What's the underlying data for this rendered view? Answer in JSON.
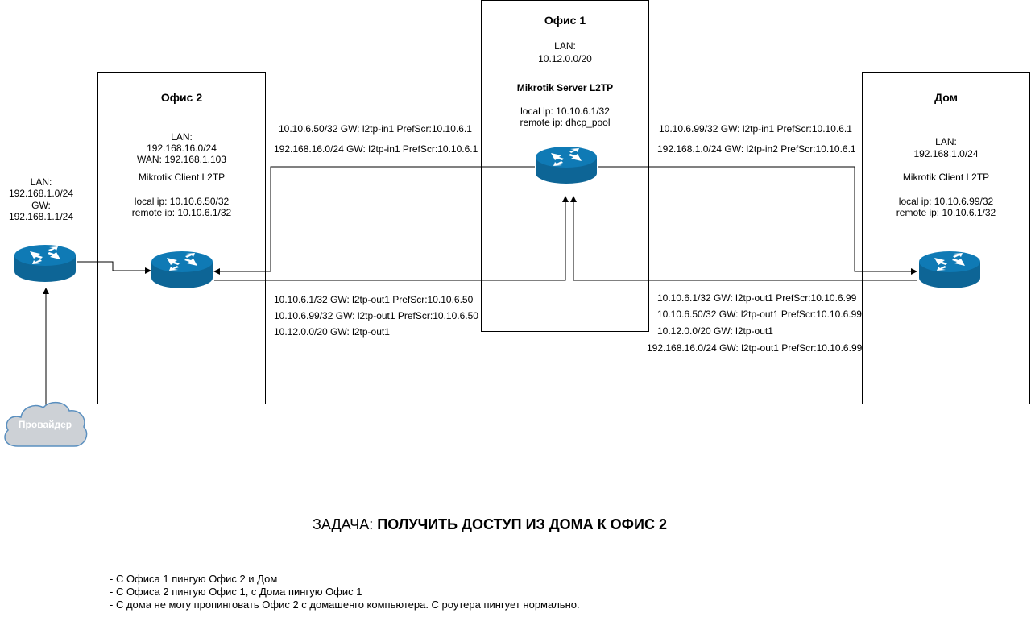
{
  "office1": {
    "title": "Офис 1",
    "lan_label": "LAN:",
    "lan": "10.12.0.0/20",
    "device": "Mikrotik Server L2TP",
    "local_ip": "local ip: 10.10.6.1/32",
    "remote_ip": "remote ip: dhcp_pool"
  },
  "office2": {
    "title": "Офис 2",
    "lan_label": "LAN:",
    "lan": "192.168.16.0/24",
    "wan": "WAN: 192.168.1.103",
    "device": "Mikrotik Client L2TP",
    "local_ip": "local ip: 10.10.6.50/32",
    "remote_ip": "remote ip: 10.10.6.1/32"
  },
  "home": {
    "title": "Дом",
    "lan_label": "LAN:",
    "lan": "192.168.1.0/24",
    "device": "Mikrotik Client L2TP",
    "local_ip": "local ip: 10.10.6.99/32",
    "remote_ip": "remote ip: 10.10.6.1/32"
  },
  "edge": {
    "lan_label": "LAN:",
    "lan": "192.168.1.0/24",
    "gw_label": "GW:",
    "gw": "192.168.1.1/24"
  },
  "provider": {
    "label": "Провайдер"
  },
  "routes": {
    "office1_to_office2": [
      "10.10.6.50/32 GW: l2tp-in1 PrefScr:10.10.6.1",
      "192.168.16.0/24 GW: l2tp-in1 PrefScr:10.10.6.1"
    ],
    "office1_to_home": [
      "10.10.6.99/32 GW: l2tp-in1 PrefScr:10.10.6.1",
      "192.168.1.0/24 GW: l2tp-in2 PrefScr:10.10.6.1"
    ],
    "office2_to_office1": [
      "10.10.6.1/32 GW: l2tp-out1 PrefScr:10.10.6.50",
      "10.10.6.99/32 GW: l2tp-out1 PrefScr:10.10.6.50",
      "10.12.0.0/20 GW: l2tp-out1"
    ],
    "home_to_office1": [
      "10.10.6.1/32 GW: l2tp-out1 PrefScr:10.10.6.99",
      "10.10.6.50/32 GW: l2tp-out1 PrefScr:10.10.6.99",
      "10.12.0.0/20 GW: l2tp-out1",
      "192.168.16.0/24 GW: l2tp-out1 PrefScr:10.10.6.99"
    ]
  },
  "task": {
    "prefix": "ЗАДАЧА: ",
    "text": "ПОЛУЧИТЬ ДОСТУП ИЗ ДОМА К ОФИС 2"
  },
  "notes": [
    "- С Офиса 1  пингую Офис 2 и Дом",
    "- С Офиса 2 пингую Офис 1, с Дома пингую Офис 1",
    "- С дома не могу пропинговать Офис 2 с домашенго компьютера. С роутера пингует нормально."
  ],
  "colors": {
    "router_fill": "#0d6596",
    "router_top": "#0f7ab5",
    "cloud_fill": "#cdd1d6",
    "cloud_stroke": "#5a8fbf"
  }
}
